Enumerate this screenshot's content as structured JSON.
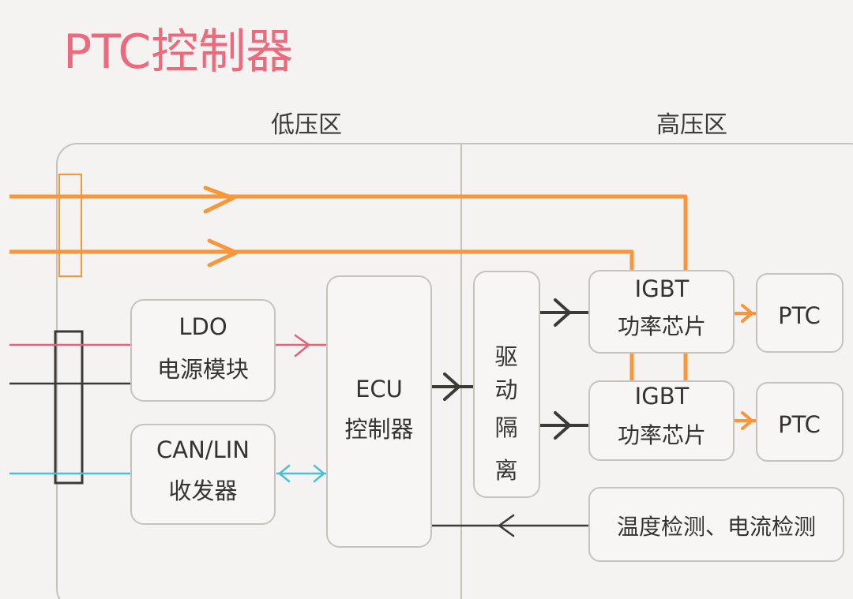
{
  "title": "PTC控制器",
  "zones": {
    "low": "低压区",
    "high": "高压区"
  },
  "blocks": {
    "ldo": [
      "LDO",
      "电源模块"
    ],
    "can": [
      "CAN/LIN",
      "收发器"
    ],
    "ecu": [
      "ECU",
      "控制器"
    ],
    "driver": [
      "驱",
      "动",
      "隔",
      "离"
    ],
    "igbt_top": [
      "IGBT",
      "功率芯片"
    ],
    "igbt_bottom": [
      "IGBT",
      "功率芯片"
    ],
    "ptc_top": "PTC",
    "ptc_bottom": "PTC",
    "sensing": "温度检测、电流检测"
  },
  "colors": {
    "background": "#f4f3f1",
    "title": "#ec6a7c",
    "hv_line": "#f7963a",
    "lv_power_line": "#e4607d",
    "ground_line": "#3d3a36",
    "bus_line": "#4bbfd8",
    "box_stroke": "#c7c2bc",
    "box_fill": "#f7f6f4"
  }
}
